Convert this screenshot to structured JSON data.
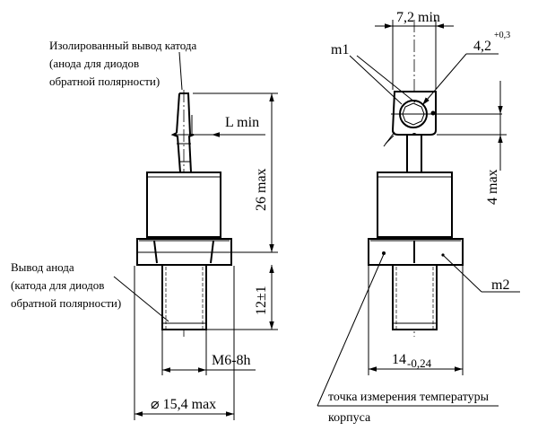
{
  "labels": {
    "cathode_lead": [
      "Изолированный вывод катода",
      "(анода для диодов",
      "обратной полярности)"
    ],
    "anode_lead": [
      "Вывод анода",
      "(катода для диодов",
      "обратной полярности)"
    ],
    "temp_point": [
      "точка измерения температуры",
      "корпуса"
    ],
    "m1": "m1",
    "m2": "m2"
  },
  "dimensions": {
    "l_min": "L min",
    "height_26": "26 max",
    "thread_12": "12±1",
    "thread_spec": "M6-8h",
    "diameter": "⌀ 15,4 max",
    "width_7_2": "7,2 min",
    "hole": "4,2",
    "hole_tol": "+0,3",
    "lug_4": "4 max",
    "hex_14": "14",
    "hex_14_tol": "-0,24"
  }
}
